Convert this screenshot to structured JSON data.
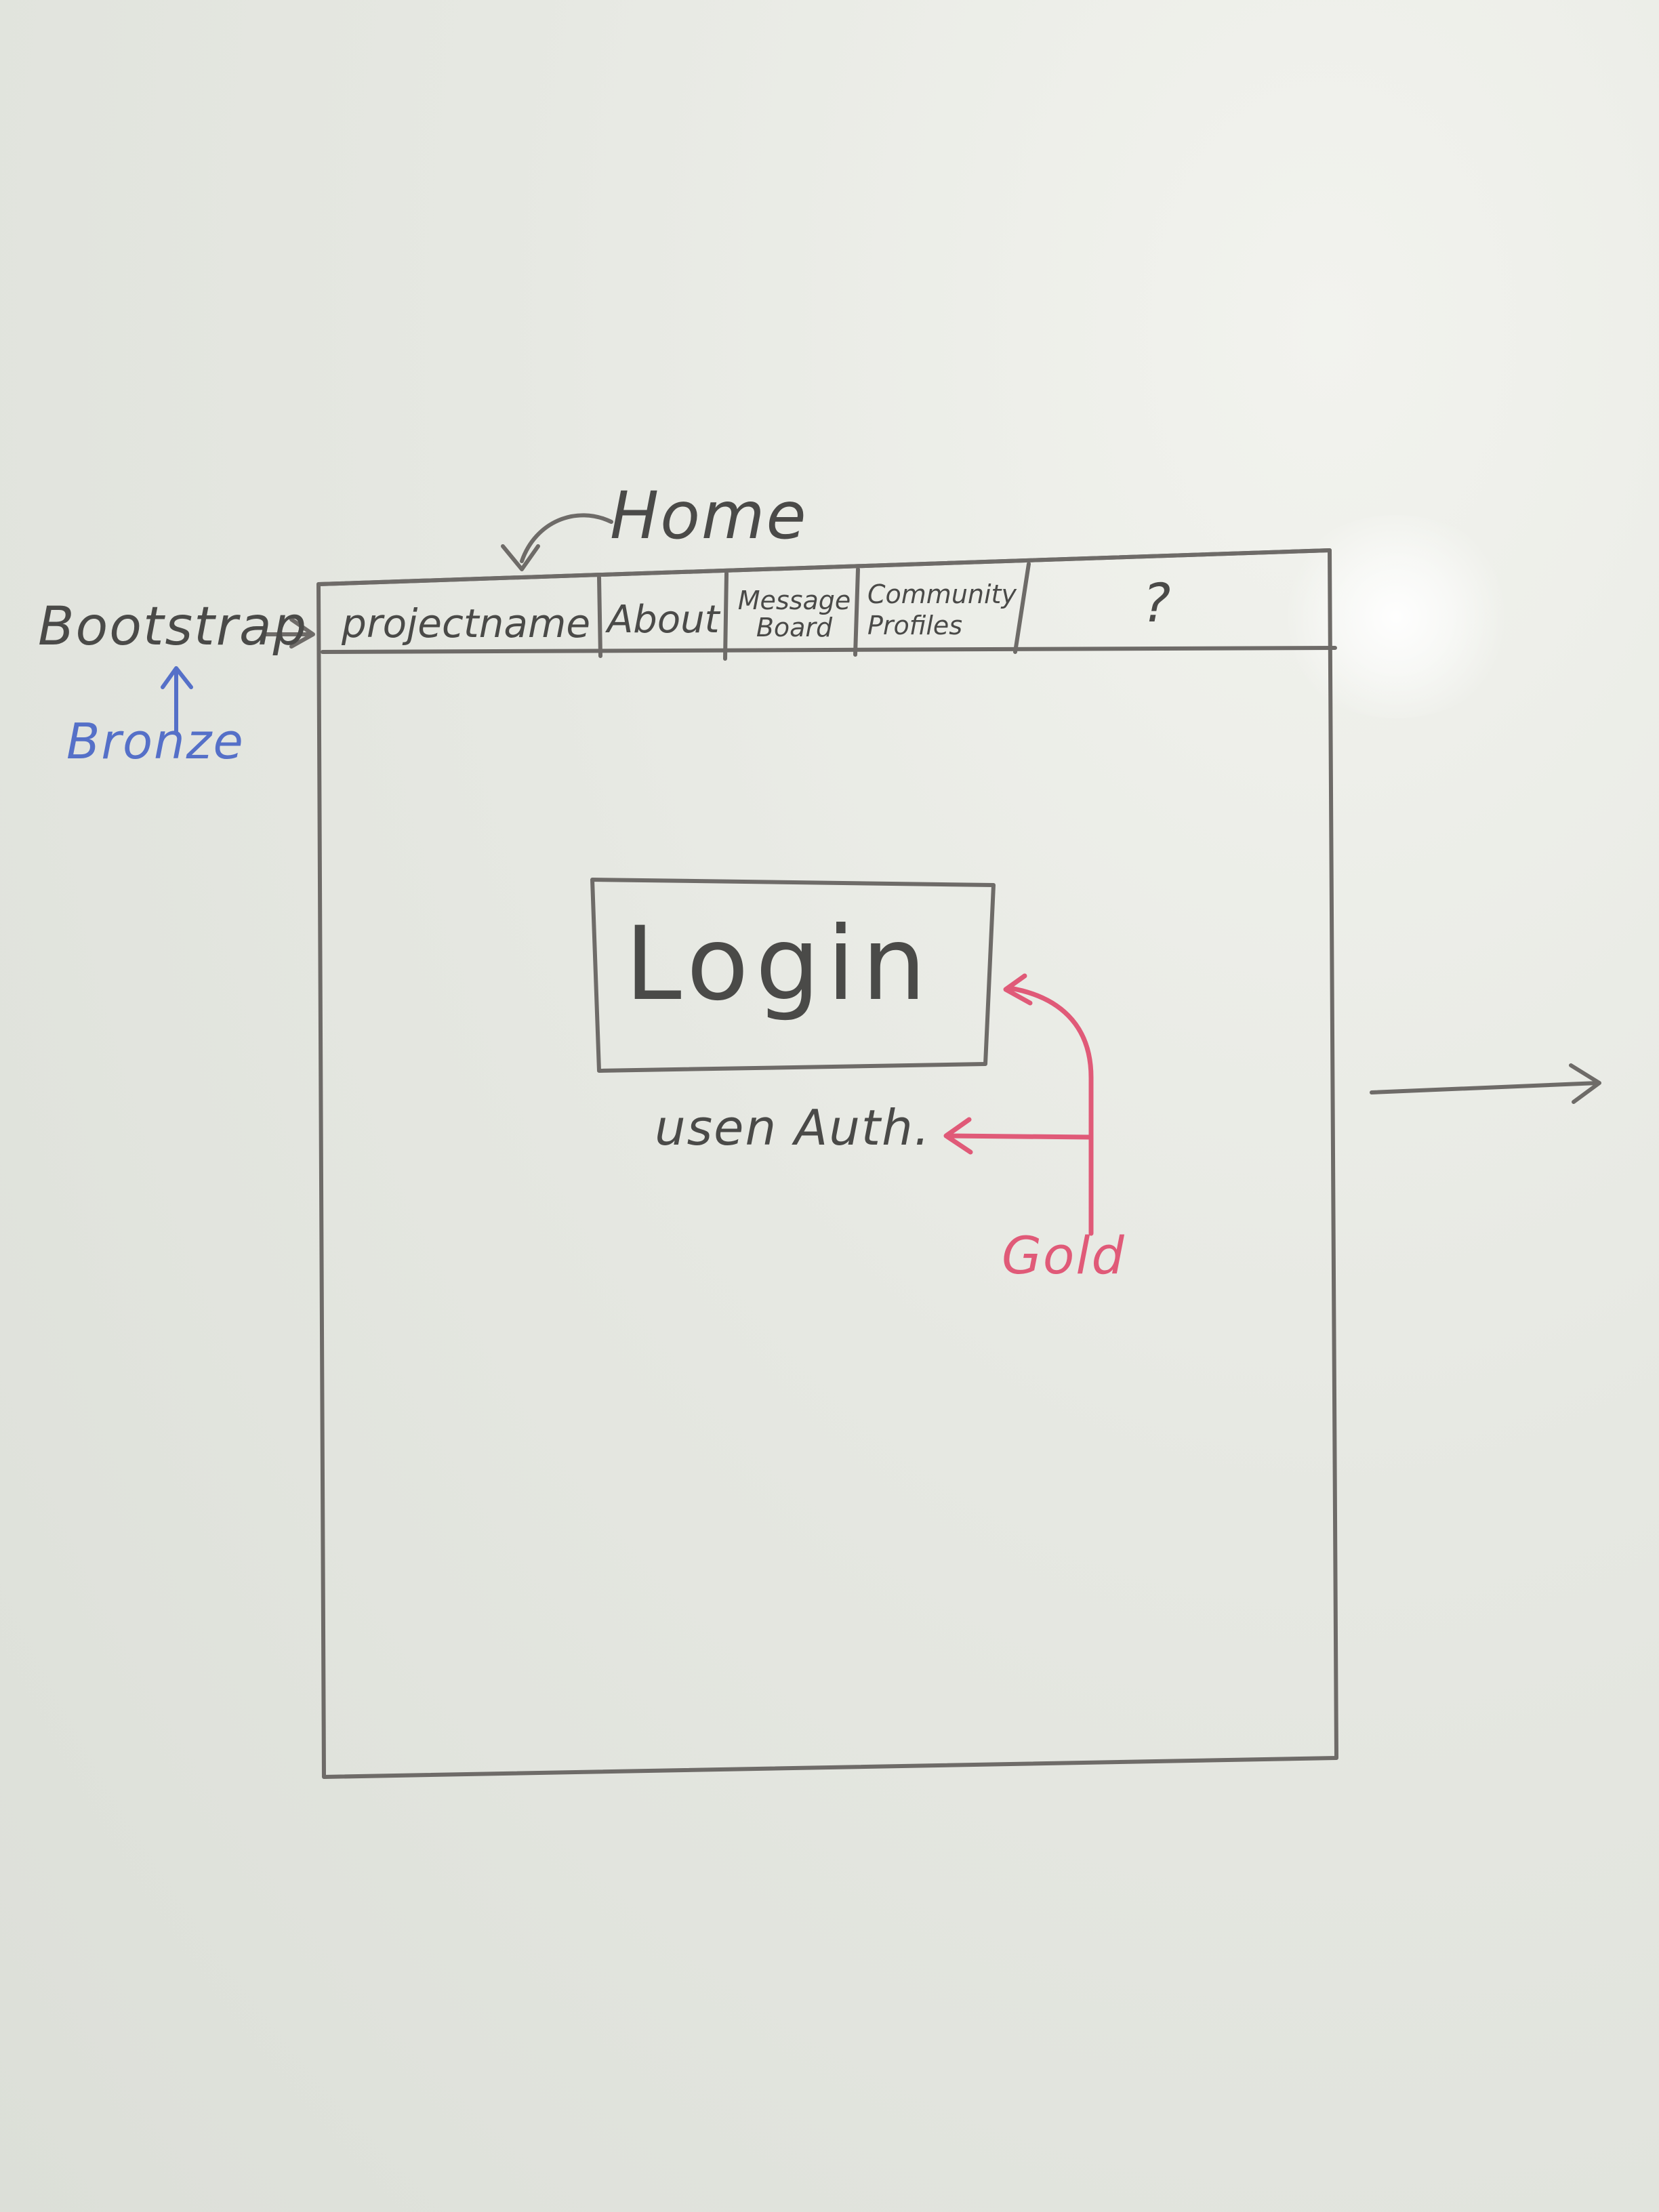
{
  "diagram": {
    "home_label": "Home",
    "bootstrap_label": "Bootstrap",
    "bronze_label": "Bronze",
    "gold_label": "Gold",
    "nav": {
      "project_name": "projectname",
      "about": "About",
      "message_board_line1": "Message",
      "message_board_line2": "Board",
      "community_line1": "Community",
      "community_line2": "Profiles",
      "unknown": "?"
    },
    "login_button": "Login",
    "user_auth_label": "usen Auth.",
    "colors": {
      "ink": "#6e6b68",
      "text": "#4a4a48",
      "bronze": "#5570c8",
      "gold": "#e05a78",
      "board": "#e6e8e2"
    }
  }
}
